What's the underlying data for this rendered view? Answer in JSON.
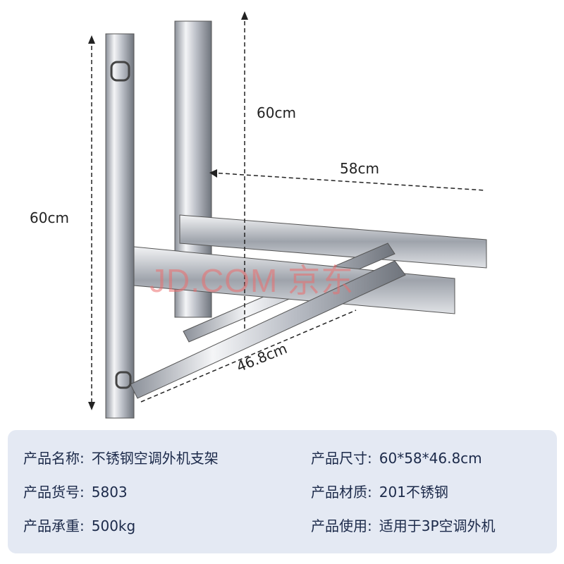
{
  "dimensions": {
    "height_left": "60cm",
    "height_right": "60cm",
    "arm_length": "58cm",
    "brace_length": "46.8cm"
  },
  "watermark": "JD.COM 京东",
  "specs": [
    {
      "label": "产品名称:",
      "value": "不锈钢空调外机支架"
    },
    {
      "label": "产品尺寸:",
      "value": "60*58*46.8cm"
    },
    {
      "label": "产品货号:",
      "value": "5803"
    },
    {
      "label": "产品材质:",
      "value": "201不锈钢"
    },
    {
      "label": "产品承重:",
      "value": "500kg"
    },
    {
      "label": "产品使用:",
      "value": "适用于3P空调外机"
    }
  ],
  "colors": {
    "panel_bg": "#e4e9f3",
    "text": "#1c2a4a",
    "steel": "#c9ccd2"
  }
}
